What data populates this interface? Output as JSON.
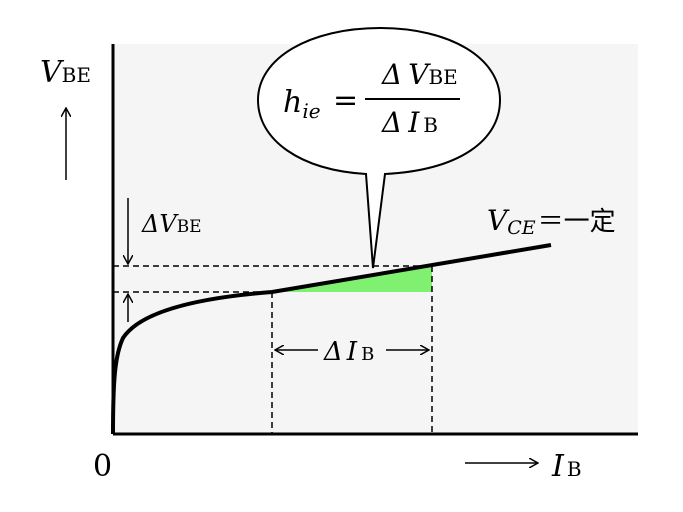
{
  "diagram": {
    "y_axis": {
      "symbol": "V",
      "subscript": "BE"
    },
    "x_axis": {
      "symbol": "I",
      "subscript": "B"
    },
    "origin_label": "0",
    "delta_vbe": {
      "delta": "Δ",
      "symbol": "V",
      "subscript": "BE"
    },
    "delta_ib": {
      "delta": "Δ",
      "symbol": "I",
      "subscript": "B"
    },
    "curve_label": {
      "symbol": "V",
      "subscript": "CE",
      "rest": "＝一定"
    },
    "formula": {
      "lhs": "h",
      "lhs_sub": "ie",
      "equals": "=",
      "numerator": {
        "delta": "Δ",
        "symbol": "V",
        "subscript": "BE"
      },
      "denominator": {
        "delta": "Δ",
        "symbol": "I",
        "subscript": "B"
      }
    },
    "colors": {
      "plot_background": "#f4f5f4",
      "triangle_fill": "#80f070",
      "line": "#000000"
    }
  }
}
